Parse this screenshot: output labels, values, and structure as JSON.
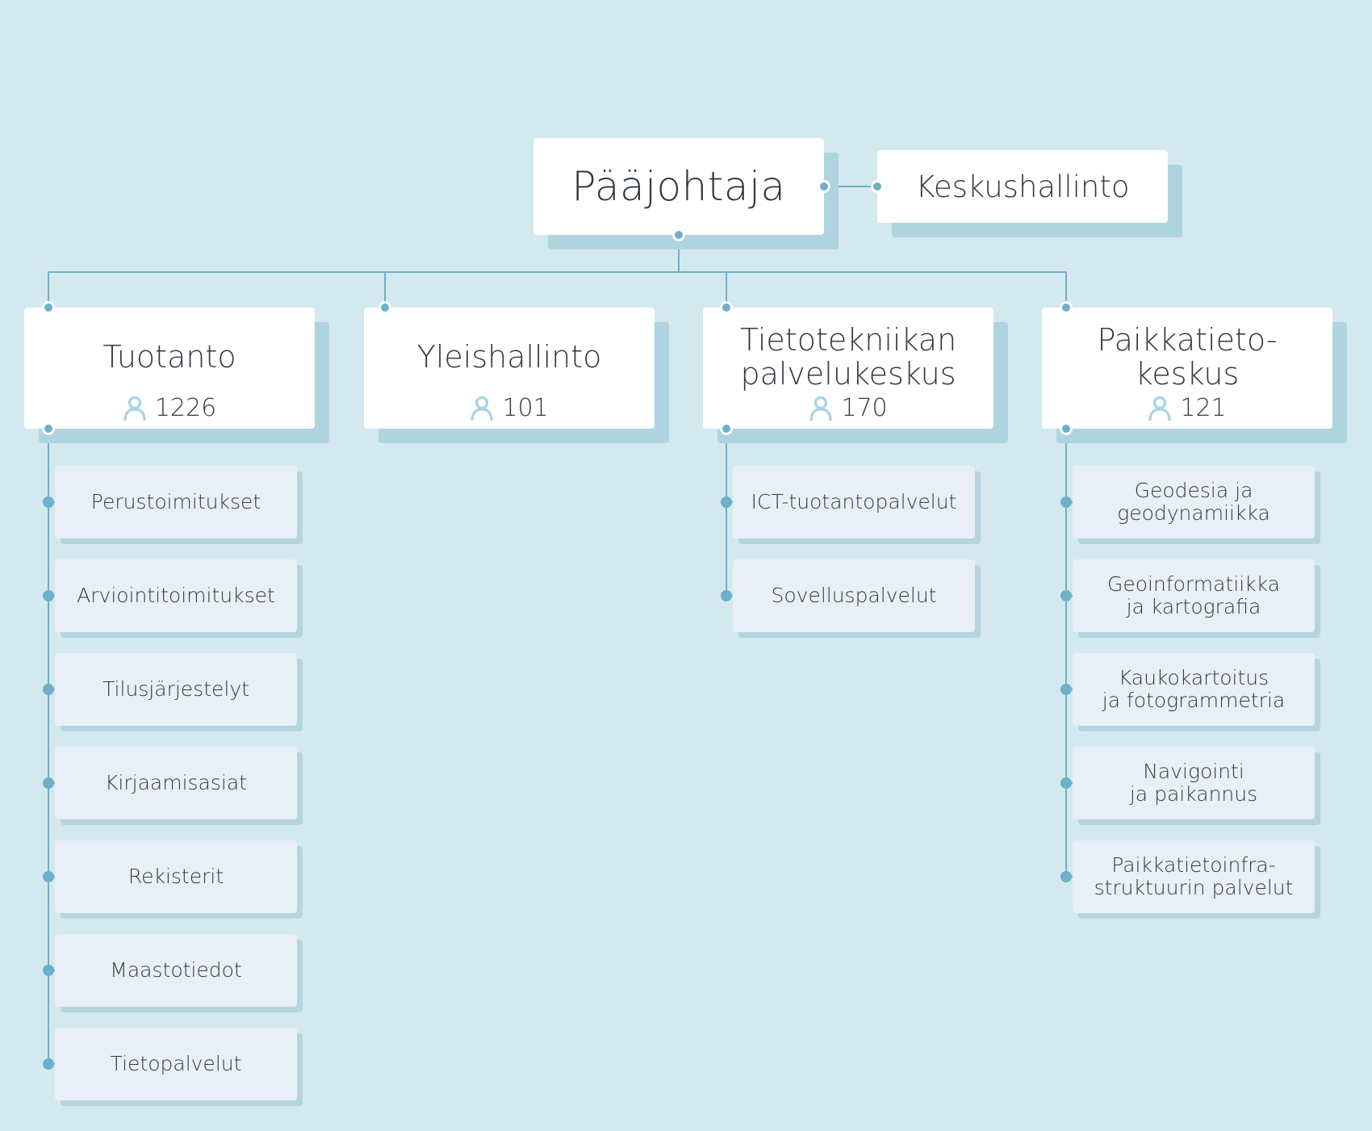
{
  "chart": {
    "top": {
      "title": "Pääjohtaja"
    },
    "side": {
      "title": "Keskushallinto"
    },
    "units": [
      {
        "title": "Tuotanto",
        "count": "1226",
        "subunits": [
          "Perustoimitukset",
          "Arviointitoimitukset",
          "Tilusjärjestelyt",
          "Kirjaamisasiat",
          "Rekisterit",
          "Maastotiedot",
          "Tietopalvelut"
        ]
      },
      {
        "title": "Yleishallinto",
        "count": "101",
        "subunits": []
      },
      {
        "title": "Tietotekniikan\npalvelukeskus",
        "count": "170",
        "subunits": [
          "ICT-tuotantopalvelut",
          "Sovelluspalvelut"
        ]
      },
      {
        "title": "Paikkatieto-\nkeskus",
        "count": "121",
        "subunits": [
          "Geodesia ja\ngeodynamiikka",
          "Geoinformatiikka\nja kartografia",
          "Kaukokartoitus\nja fotogrammetria",
          "Navigointi\nja paikannus",
          "Paikkatietoinfra-\nstruktuurin palvelut"
        ]
      }
    ]
  },
  "style": {
    "background": "#d4e8ef",
    "line_color": "#6fb0c9",
    "box_color": "#ffffff",
    "sub_box_color": "#e9eff7",
    "shadow_color": "#aed4df",
    "text_color": "#333a41"
  },
  "icons": {
    "count_icon": "person-icon"
  }
}
